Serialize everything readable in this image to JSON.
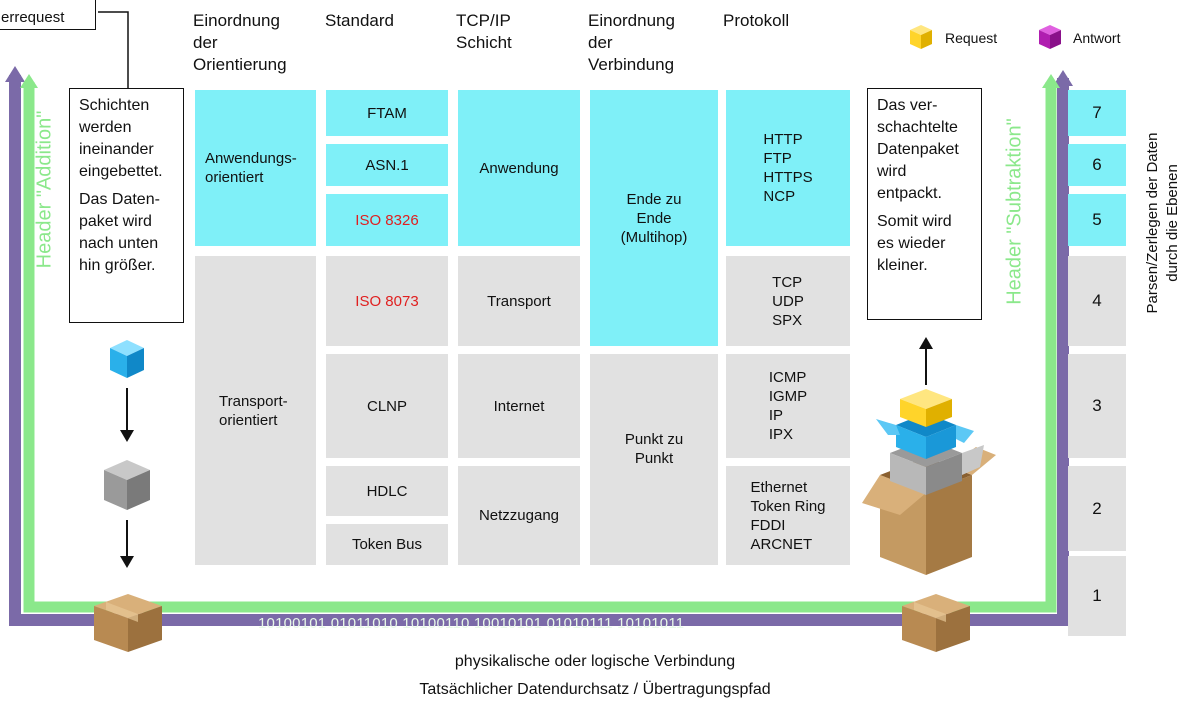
{
  "top_left_label": "errequest",
  "headers": {
    "einordnung_orientierung": "Einordnung\nder\nOrientierung",
    "standard": "Standard",
    "tcpip": "TCP/IP\nSchicht",
    "einordnung_verbindung": "Einordnung\nder\nVerbindung",
    "protokoll": "Protokoll"
  },
  "legend": {
    "request": "Request",
    "antwort": "Antwort",
    "request_color": "#ffd42a",
    "antwort_color": "#b01eb0"
  },
  "orientation": {
    "anwendung": "Anwendungs-\norientiert",
    "transport": "Transport-\norientiert"
  },
  "standards": {
    "ftam": "FTAM",
    "asn1": "ASN.1",
    "iso8326": "ISO 8326",
    "iso8073": "ISO 8073",
    "clnp": "CLNP",
    "hdlc": "HDLC",
    "tokenbus": "Token Bus"
  },
  "tcpip_layers": {
    "anwendung": "Anwendung",
    "transport": "Transport",
    "internet": "Internet",
    "netzzugang": "Netzzugang"
  },
  "connection": {
    "ende": "Ende zu\nEnde\n(Multihop)",
    "punkt": "Punkt zu\nPunkt"
  },
  "protocols": {
    "app": [
      "HTTP",
      "FTP",
      "HTTPS",
      "NCP"
    ],
    "transport": [
      "TCP",
      "UDP",
      "SPX"
    ],
    "internet": [
      "ICMP",
      "IGMP",
      "IP",
      "IPX"
    ],
    "link": [
      "Ethernet",
      "Token Ring",
      "FDDI",
      "ARCNET"
    ]
  },
  "left_box": [
    "Schichten werden ineinander eingebettet.",
    "Das Daten-paket wird nach unten hin größer."
  ],
  "right_box": [
    "Das ver-schachtelte Datenpaket wird entpackt.",
    "Somit wird es wieder kleiner."
  ],
  "header_addition": "Header \"Addition\"",
  "header_subtraktion": "Header \"Subtraktion\"",
  "layer_numbers": [
    "7",
    "6",
    "5",
    "4",
    "3",
    "2",
    "1"
  ],
  "side_label": "Parsen/Zerlegen der Daten\ndurch die Ebenen",
  "binary": "10100101 01011010 10100110 10010101 01010111 10101011",
  "bottom_line1": "physikalische oder logische Verbindung",
  "bottom_line2": "Tatsächlicher Datendurchsatz / Übertragungspfad",
  "colors": {
    "cyan": "#7ff0f8",
    "gray": "#e1e1e1",
    "green": "#8be88b",
    "purple": "#7b6aa8",
    "red": "#e02020"
  }
}
